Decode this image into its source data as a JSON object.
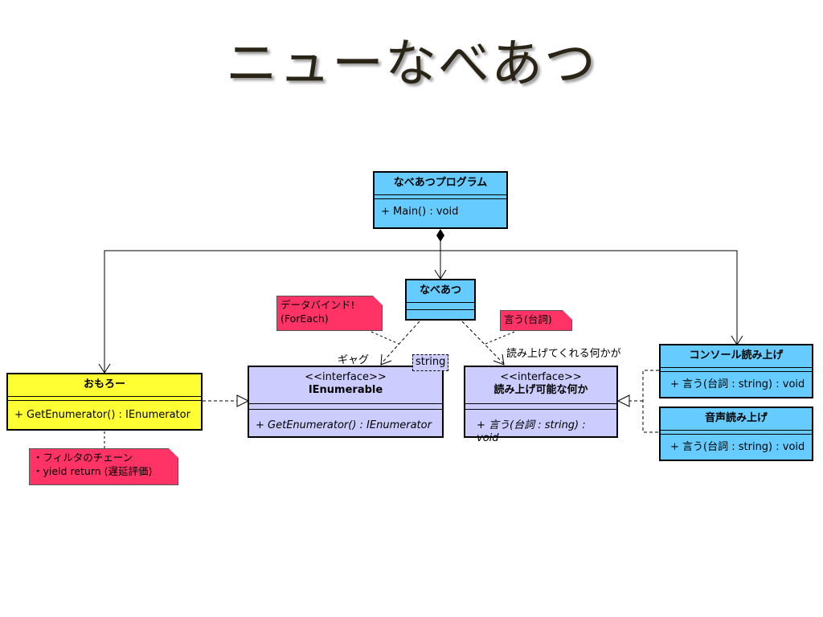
{
  "title": "ニューなべあつ",
  "classes": {
    "program": {
      "name": "なべあつプログラム",
      "op": "+ Main() : void"
    },
    "nabeatsu": {
      "name": "なべあつ"
    },
    "omoro": {
      "name": "おもろー",
      "op": "+ GetEnumerator() : IEnumerator"
    },
    "ienumerable": {
      "stereotype": "<<interface>>",
      "name": "IEnumerable",
      "op": "+ GetEnumerator() : IEnumerator",
      "type_param": "string"
    },
    "readable": {
      "stereotype": "<<interface>>",
      "name": "読み上げ可能な何か",
      "op": "+ 言う(台詞 : string) : void"
    },
    "console": {
      "name": "コンソール読み上げ",
      "op": "+ 言う(台詞 : string) : void"
    },
    "voice": {
      "name": "音声読み上げ",
      "op": "+ 言う(台詞 : string) : void"
    }
  },
  "notes": {
    "databind": {
      "line1": "データバインド!",
      "line2": "(ForEach)"
    },
    "iu": {
      "line1": "言う(台詞)"
    },
    "filter": {
      "line1": "・フィルタのチェーン",
      "line2": "・yield return (遅延評価)"
    }
  },
  "labels": {
    "gyagu": "ギャグ",
    "yomiage": "読み上げてくれる何かが"
  },
  "colors": {
    "class_blue": "#66ccff",
    "class_yellow": "#ffff33",
    "interface": "#ccccff",
    "note": "#ff3366"
  }
}
